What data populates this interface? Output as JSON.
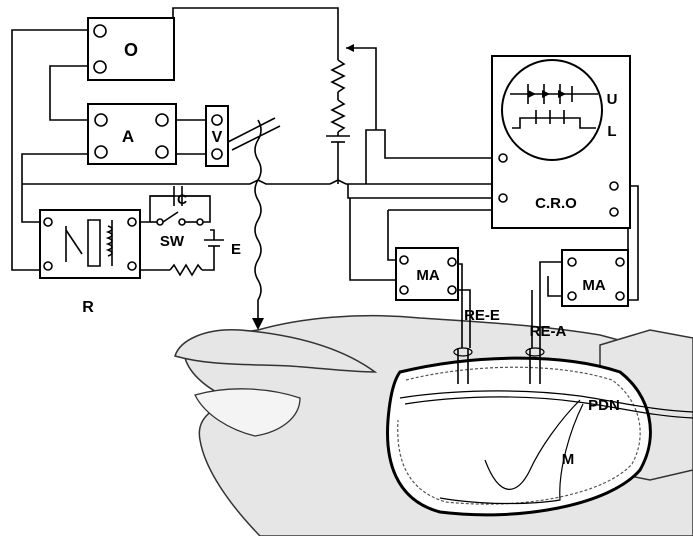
{
  "labels": {
    "oscillator": "O",
    "amplifier": "A",
    "voltmeter": "V",
    "relay": "R",
    "capacitor": "C",
    "switch": "SW",
    "battery": "E",
    "cro": "C.R.O",
    "upper_trace": "U",
    "lower_trace": "L",
    "micro_amp_left": "MA",
    "micro_amp_right": "MA",
    "electrode_excitor": "RE-E",
    "electrode_adductor": "RE-A",
    "nerve": "PDN",
    "muscle": "M"
  }
}
